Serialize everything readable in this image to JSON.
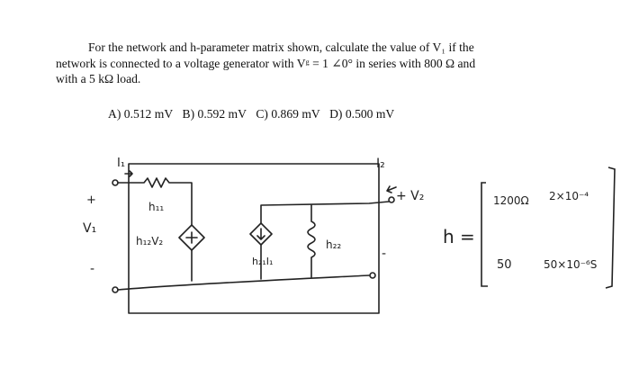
{
  "question": {
    "lines": [
      "For the network and h-parameter matrix shown, calculate the value of V₁ if the",
      "network is connected to a voltage generator with Vᵍ = 1 ∠0° in series with 800 Ω and",
      "with a 5 kΩ load."
    ]
  },
  "options": [
    {
      "letter": "A)",
      "value": "0.512 mV"
    },
    {
      "letter": "B)",
      "value": "0.592 mV"
    },
    {
      "letter": "C)",
      "value": "0.869 mV"
    },
    {
      "letter": "D)",
      "value": "0.500 mV"
    }
  ],
  "figure": {
    "labels": {
      "i1": "I₁",
      "v1": "V₁",
      "plus_left": "+",
      "minus_left": "-",
      "h11": "h₁₁",
      "h12v2": "h₁₂V₂",
      "h21i1": "h₂₁I₁",
      "h22": "h₂₂",
      "i2": "I₂",
      "v2": "+ V₂",
      "minus_right": "-"
    },
    "matrix": {
      "name": "h =",
      "r1c1": "1200Ω",
      "r1c2": "2×10⁻⁴",
      "r2c1": "50",
      "r2c2": "50×10⁻⁶S"
    }
  }
}
